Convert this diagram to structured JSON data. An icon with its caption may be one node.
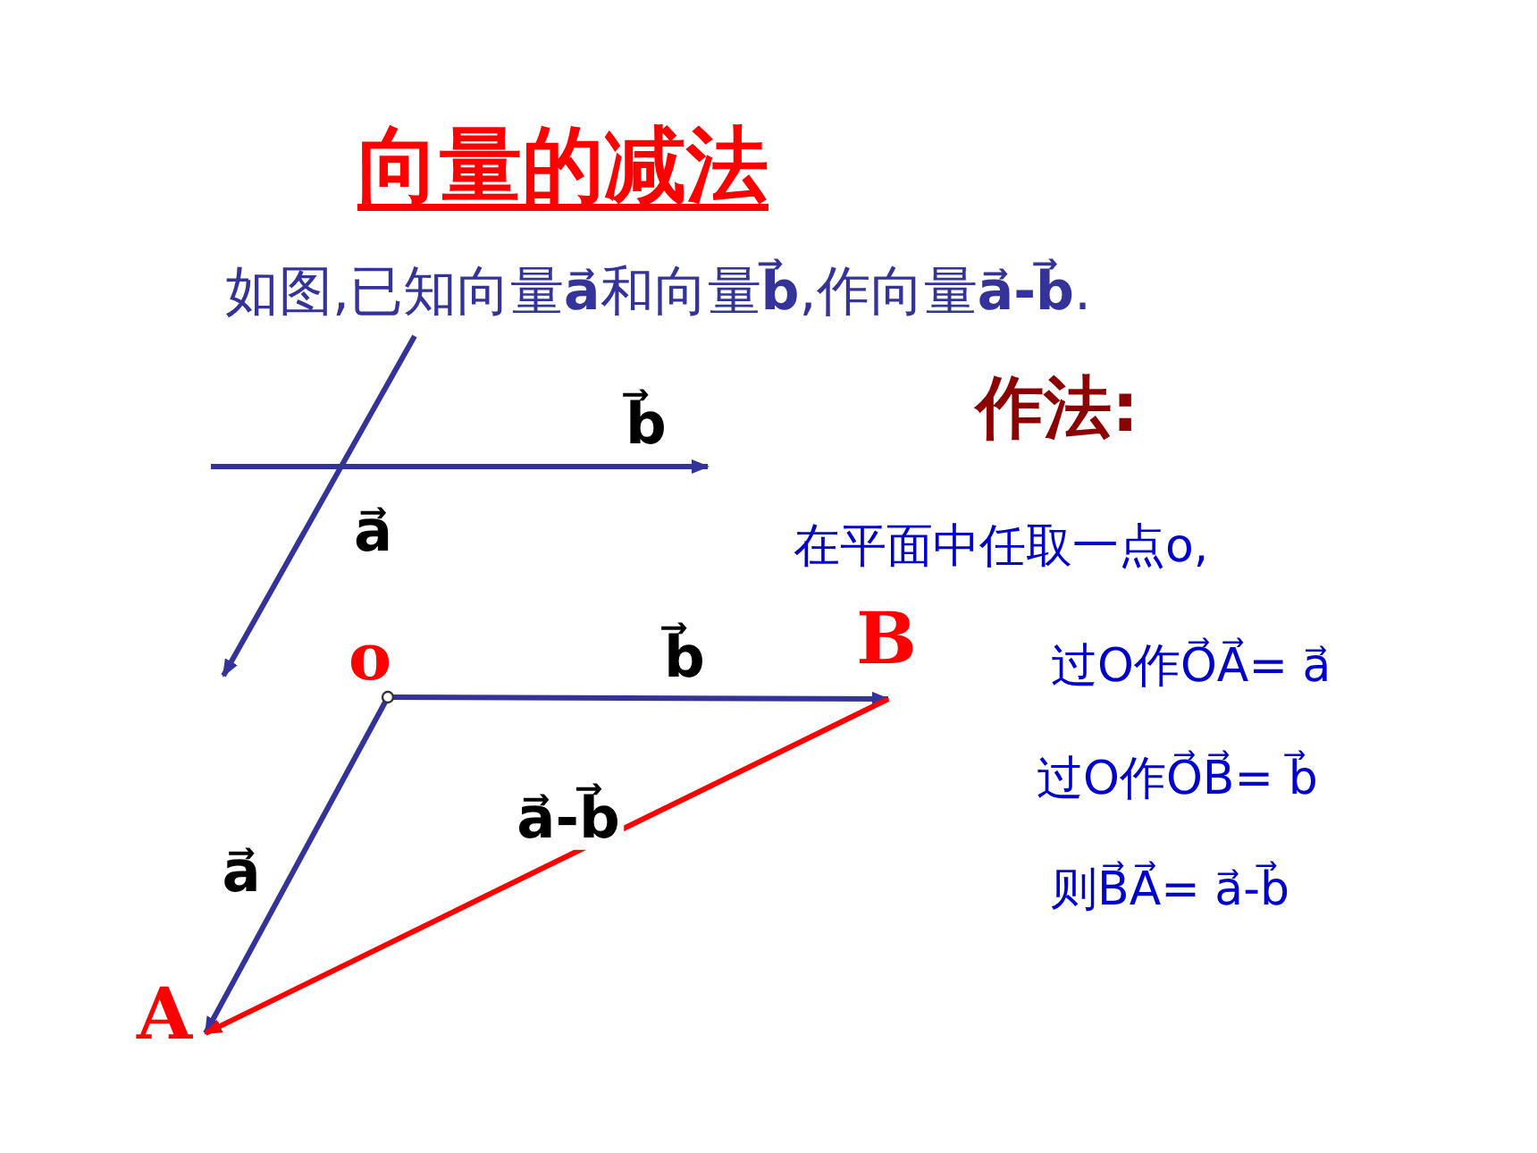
{
  "diagram": {
    "title": "向量的减法",
    "nodes": [
      {
        "text": [
          "o"
        ]
      },
      {
        "text": [
          "A"
        ]
      },
      {
        "text": [
          "B"
        ]
      }
    ],
    "edges": [
      {
        "from": 0,
        "to": 1,
        "arrow": "to",
        "label": "a⃗"
      },
      {
        "from": 0,
        "to": 2,
        "arrow": "to",
        "label": "b⃗"
      },
      {
        "from": 2,
        "to": 1,
        "arrow": "to",
        "label": "a⃗-b⃗",
        "color": "#ff0000"
      }
    ],
    "labels": [
      "如图,已知向量**a⃗**和向量**b⃗**,作向量**a⃗-b⃗**.",
      "作法:",
      "b⃗",
      "a⃗",
      "在平面中任取一点o,",
      "过O作O⃗A⃗= a⃗",
      "过O作O⃗B⃗= b⃗",
      "则B⃗A⃗= a⃗-b⃗"
    ]
  }
}
